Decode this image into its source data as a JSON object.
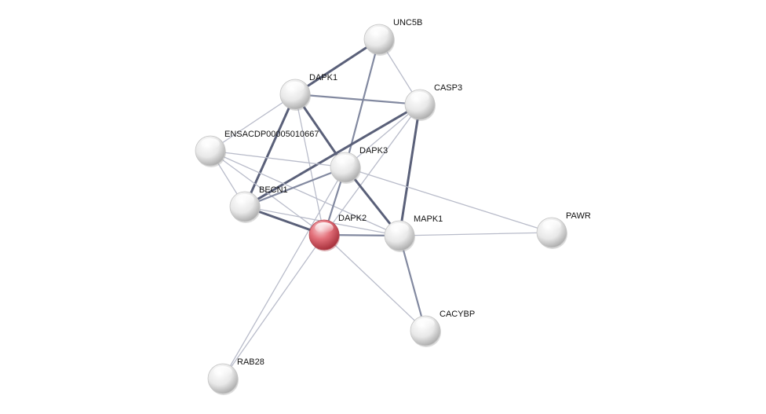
{
  "network": {
    "nodes": [
      {
        "id": "UNC5B",
        "label": "UNC5B",
        "query": false
      },
      {
        "id": "DAPK1",
        "label": "DAPK1",
        "query": false
      },
      {
        "id": "CASP3",
        "label": "CASP3",
        "query": false
      },
      {
        "id": "ENSACDP00005010667",
        "label": "ENSACDP00005010667",
        "query": false
      },
      {
        "id": "DAPK3",
        "label": "DAPK3",
        "query": false
      },
      {
        "id": "BECN1",
        "label": "BECN1",
        "query": false
      },
      {
        "id": "DAPK2",
        "label": "DAPK2",
        "query": true
      },
      {
        "id": "MAPK1",
        "label": "MAPK1",
        "query": false
      },
      {
        "id": "PAWR",
        "label": "PAWR",
        "query": false
      },
      {
        "id": "CACYBP",
        "label": "CACYBP",
        "query": false
      },
      {
        "id": "RAB28",
        "label": "RAB28",
        "query": false
      }
    ],
    "edges": [
      {
        "source": "DAPK1",
        "target": "UNC5B",
        "strength": "strong"
      },
      {
        "source": "DAPK1",
        "target": "CASP3",
        "strength": "medium"
      },
      {
        "source": "DAPK1",
        "target": "DAPK3",
        "strength": "strong"
      },
      {
        "source": "DAPK1",
        "target": "BECN1",
        "strength": "strong"
      },
      {
        "source": "DAPK1",
        "target": "DAPK2",
        "strength": "light"
      },
      {
        "source": "DAPK1",
        "target": "ENSACDP00005010667",
        "strength": "light"
      },
      {
        "source": "UNC5B",
        "target": "CASP3",
        "strength": "light"
      },
      {
        "source": "UNC5B",
        "target": "DAPK3",
        "strength": "medium"
      },
      {
        "source": "CASP3",
        "target": "MAPK1",
        "strength": "strong"
      },
      {
        "source": "CASP3",
        "target": "BECN1",
        "strength": "strong"
      },
      {
        "source": "CASP3",
        "target": "DAPK2",
        "strength": "light"
      },
      {
        "source": "CASP3",
        "target": "DAPK3",
        "strength": "light"
      },
      {
        "source": "ENSACDP00005010667",
        "target": "DAPK3",
        "strength": "light"
      },
      {
        "source": "ENSACDP00005010667",
        "target": "BECN1",
        "strength": "light"
      },
      {
        "source": "ENSACDP00005010667",
        "target": "DAPK2",
        "strength": "light"
      },
      {
        "source": "ENSACDP00005010667",
        "target": "MAPK1",
        "strength": "light"
      },
      {
        "source": "DAPK3",
        "target": "BECN1",
        "strength": "medium"
      },
      {
        "source": "DAPK3",
        "target": "DAPK2",
        "strength": "medium"
      },
      {
        "source": "DAPK3",
        "target": "MAPK1",
        "strength": "strong"
      },
      {
        "source": "DAPK3",
        "target": "PAWR",
        "strength": "light"
      },
      {
        "source": "DAPK3",
        "target": "RAB28",
        "strength": "light"
      },
      {
        "source": "BECN1",
        "target": "DAPK2",
        "strength": "strong"
      },
      {
        "source": "BECN1",
        "target": "MAPK1",
        "strength": "light"
      },
      {
        "source": "DAPK2",
        "target": "MAPK1",
        "strength": "medium"
      },
      {
        "source": "DAPK2",
        "target": "CACYBP",
        "strength": "light"
      },
      {
        "source": "DAPK2",
        "target": "RAB28",
        "strength": "light"
      },
      {
        "source": "MAPK1",
        "target": "PAWR",
        "strength": "light"
      },
      {
        "source": "MAPK1",
        "target": "CACYBP",
        "strength": "medium"
      }
    ]
  },
  "colors": {
    "background": "#ffffff",
    "node": "#e6e6e6",
    "node_shadow": "#9a9a9a",
    "query_node": "#e0606a",
    "query_node_shadow": "#a02a34",
    "edge_strong": "#5a6079",
    "edge_medium": "#8289a0",
    "edge_light": "#b9bcca",
    "label": "#111111"
  }
}
